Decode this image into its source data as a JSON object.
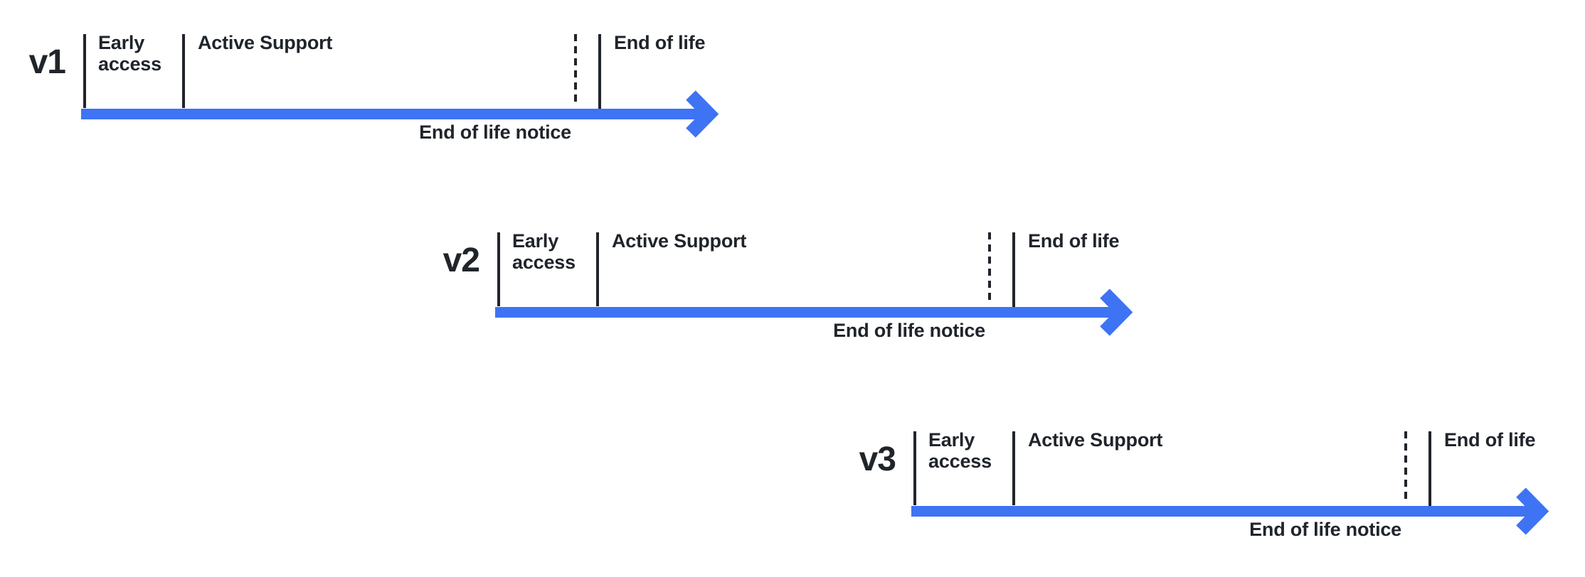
{
  "colors": {
    "accent_blue": "#3E73F3",
    "ink": "#20242B"
  },
  "timelines": [
    {
      "version": "v1",
      "early_access_label": "Early access",
      "active_support_label": "Active Support",
      "end_of_life_label": "End of life",
      "end_of_life_notice_label": "End of life notice"
    },
    {
      "version": "v2",
      "early_access_label": "Early access",
      "active_support_label": "Active Support",
      "end_of_life_label": "End of life",
      "end_of_life_notice_label": "End of life notice"
    },
    {
      "version": "v3",
      "early_access_label": "Early access",
      "active_support_label": "Active Support",
      "end_of_life_label": "End of life",
      "end_of_life_notice_label": "End of life notice"
    }
  ]
}
